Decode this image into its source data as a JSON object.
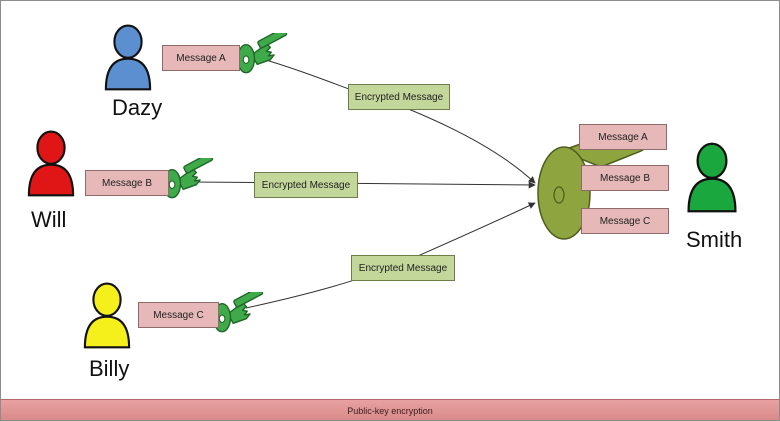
{
  "senders": [
    {
      "name": "Dazy",
      "color": "#5b8fd0",
      "message": "Message A"
    },
    {
      "name": "Will",
      "color": "#e01616",
      "message": "Message B"
    },
    {
      "name": "Billy",
      "color": "#f5ef1c",
      "message": "Message C"
    }
  ],
  "receiver": {
    "name": "Smith",
    "color": "#1aa83e"
  },
  "encrypted_label": "Encrypted Message",
  "decrypted_messages": [
    "Message A",
    "Message B",
    "Message C"
  ],
  "caption": "Public-key encryption",
  "colors": {
    "message_box": "#e6b9b8",
    "encrypted_box": "#c4d79b",
    "public_key": "#3faa4a",
    "private_key": "#8ea43e",
    "footer": "#de9191"
  },
  "icons": [
    "person-icon",
    "public-key-icon",
    "private-key-icon"
  ]
}
